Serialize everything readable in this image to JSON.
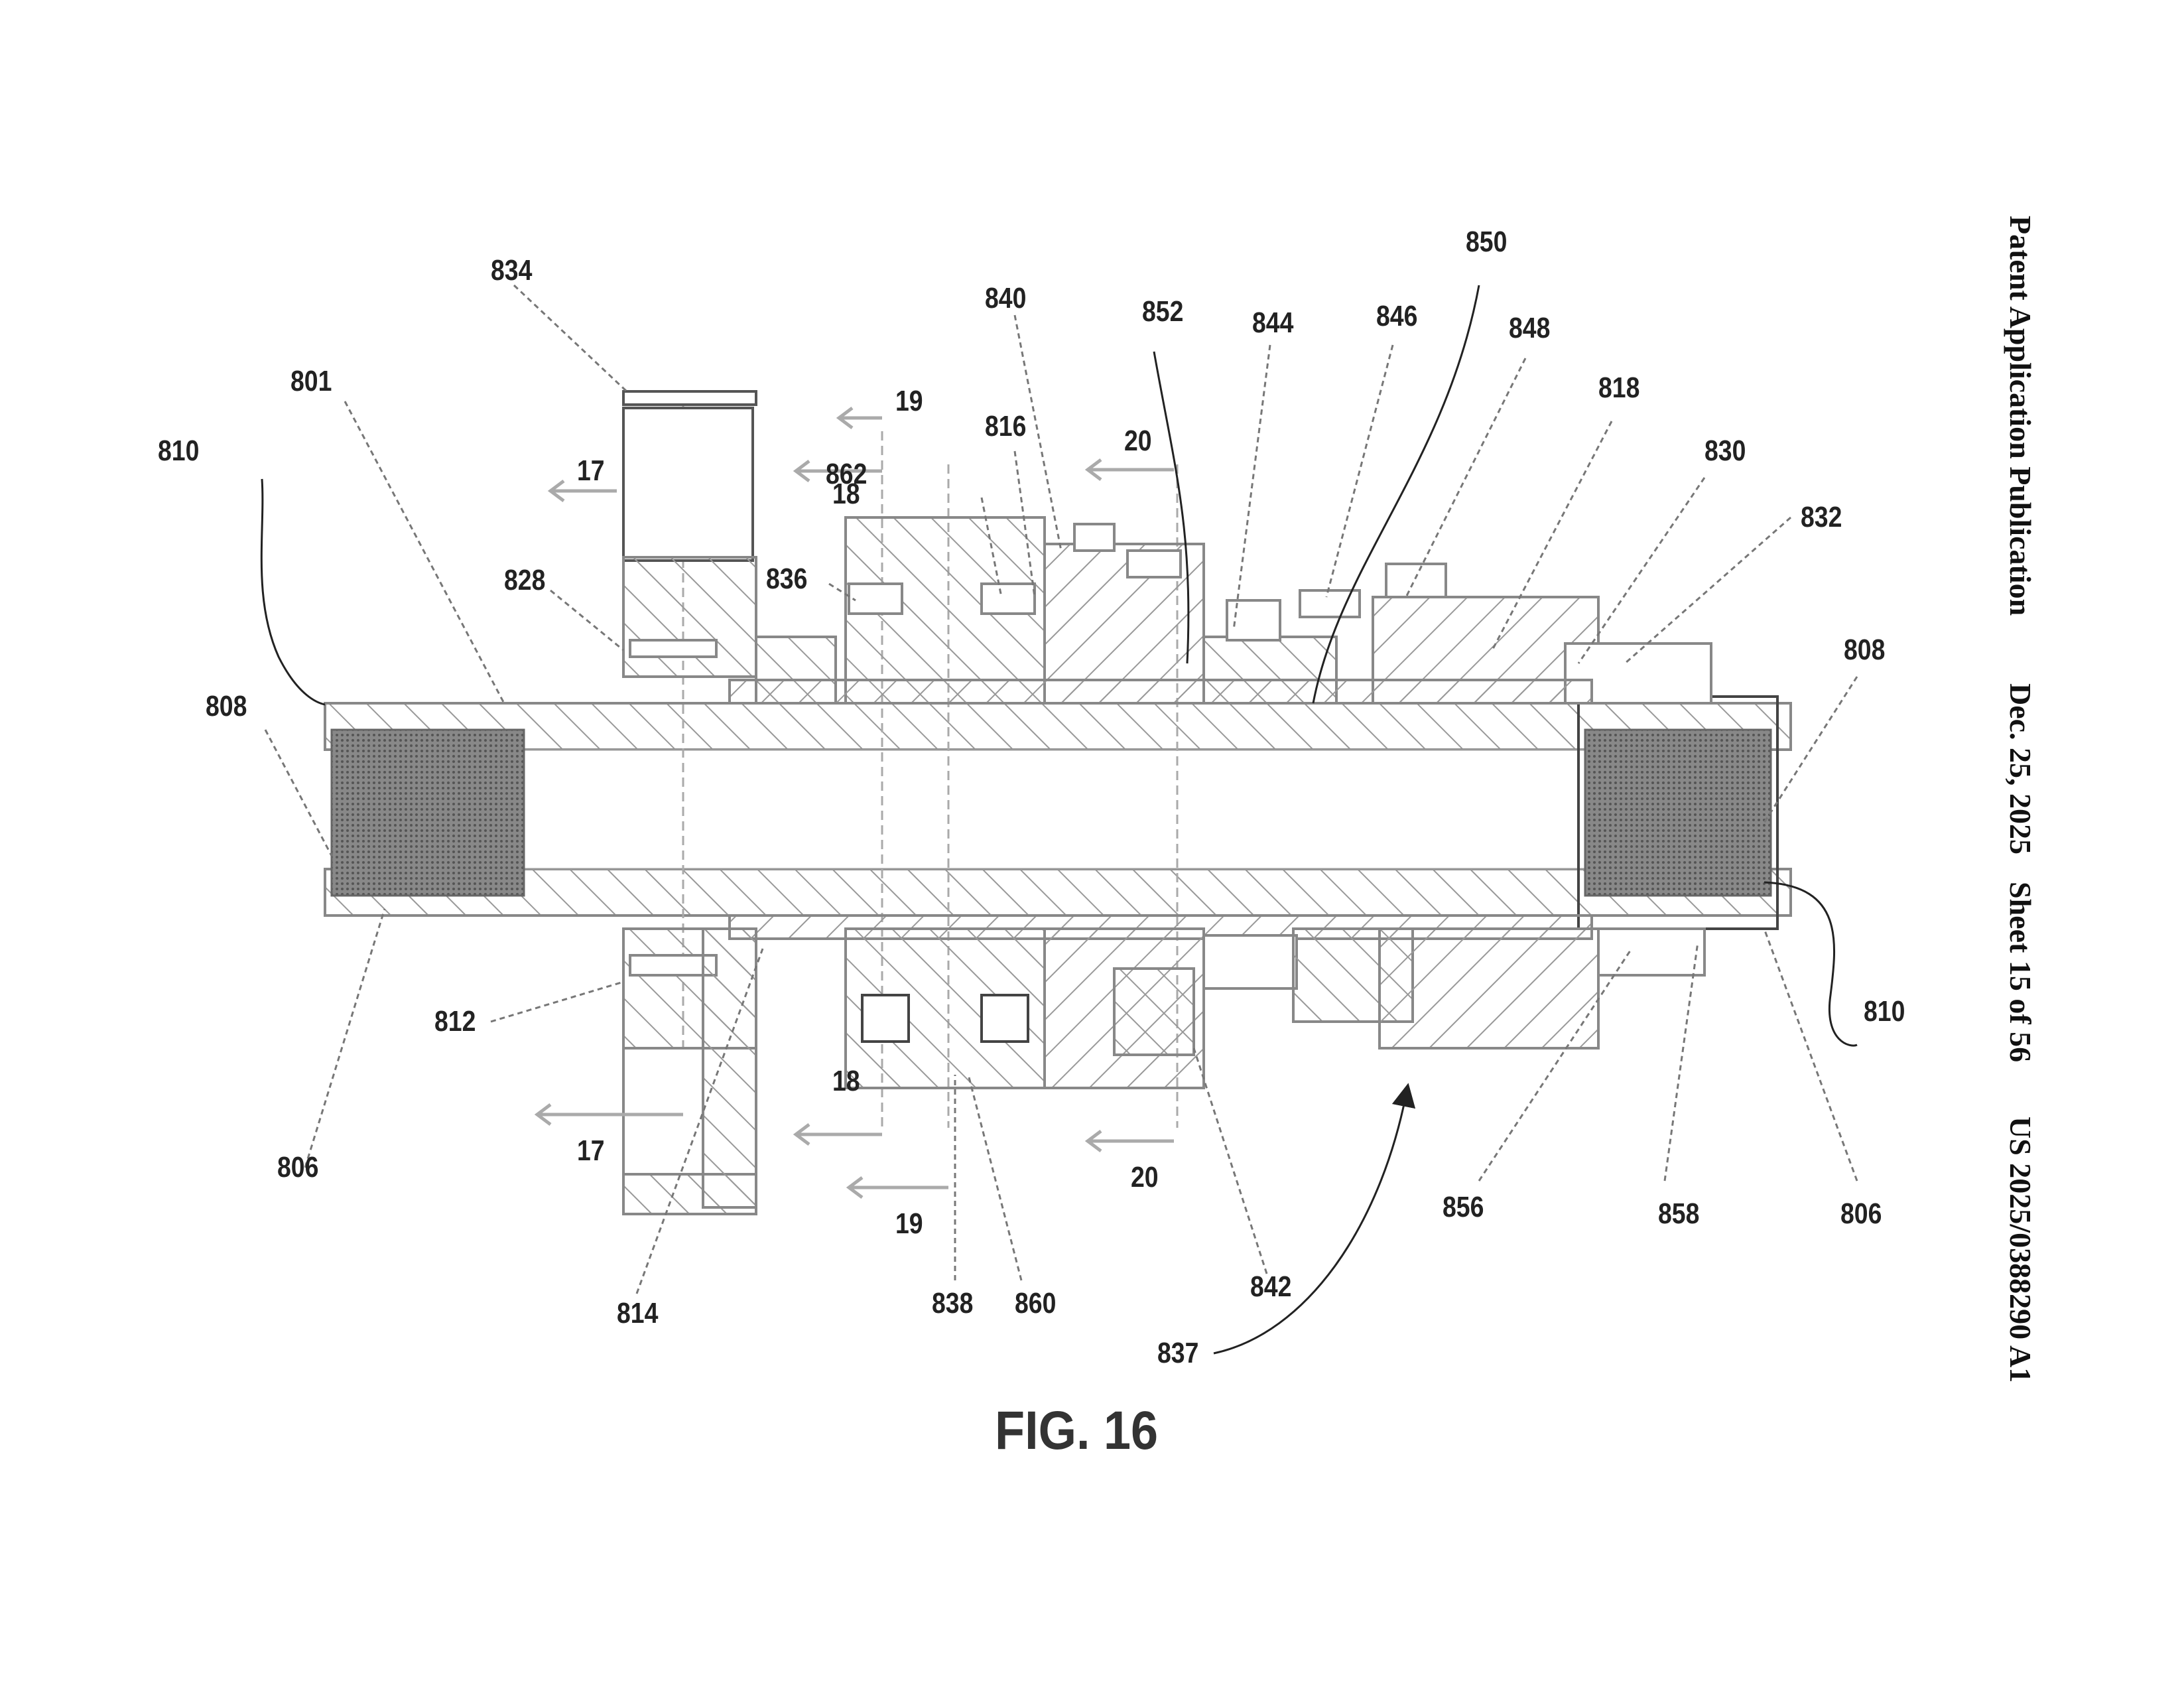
{
  "header": {
    "publication_type": "Patent Application Publication",
    "date": "Dec. 25, 2025",
    "sheet": "Sheet 15 of 56",
    "number": "US 2025/0388290 A1"
  },
  "figure": {
    "caption": "FIG. 16"
  },
  "reference_numerals": {
    "n801": "801",
    "n806a": "806",
    "n806b": "806",
    "n808a": "808",
    "n808b": "808",
    "n810a": "810",
    "n810b": "810",
    "n812": "812",
    "n814": "814",
    "n816": "816",
    "n818": "818",
    "n828": "828",
    "n830": "830",
    "n832": "832",
    "n834": "834",
    "n836": "836",
    "n837": "837",
    "n838": "838",
    "n840": "840",
    "n842": "842",
    "n844": "844",
    "n846": "846",
    "n848": "848",
    "n850": "850",
    "n852": "852",
    "n856": "856",
    "n858": "858",
    "n860": "860",
    "n862": "862"
  },
  "section_markers": {
    "s17_top": "17",
    "s17_bottom": "17",
    "s18_top": "18",
    "s18_bottom": "18",
    "s19_top": "19",
    "s19_bottom": "19",
    "s20_top": "20",
    "s20_bottom": "20"
  }
}
